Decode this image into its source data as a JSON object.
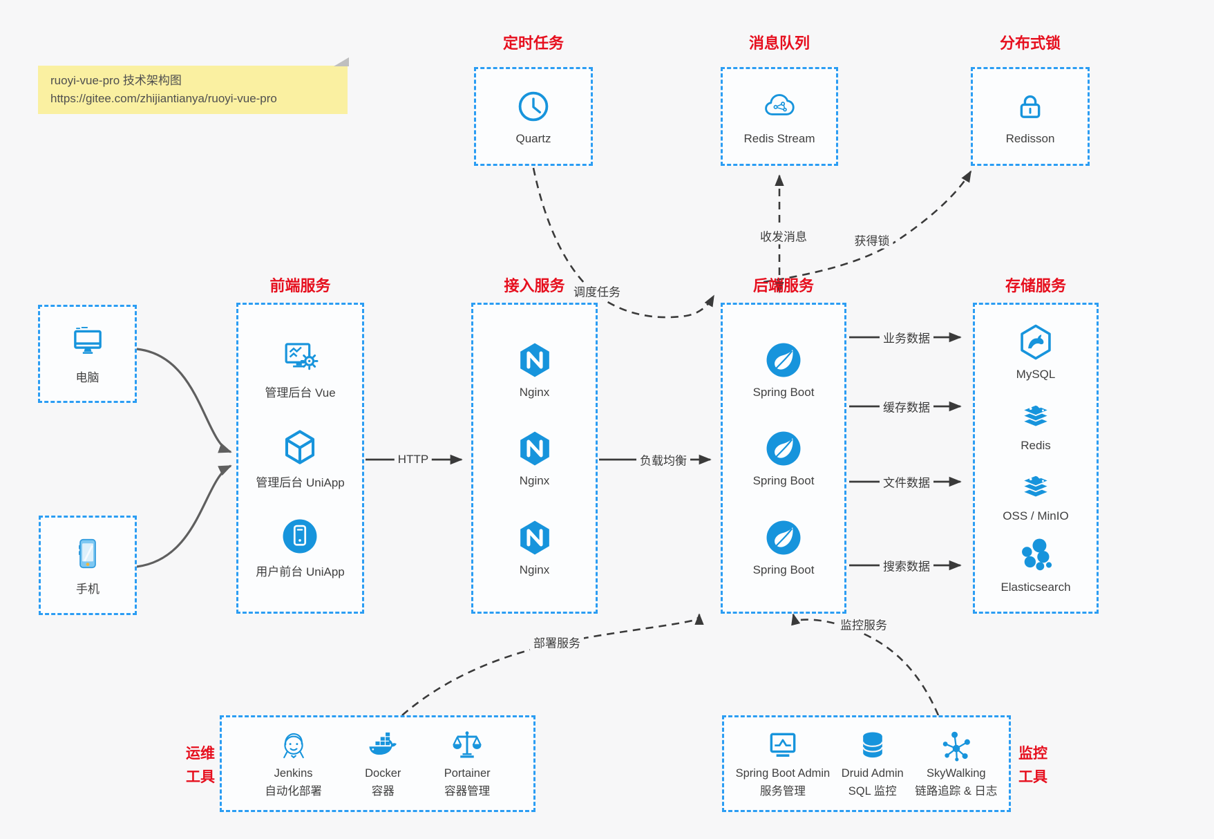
{
  "colors": {
    "accent_blue": "#1794dc",
    "border_blue": "#2b9df3",
    "title_red": "#e60f1e",
    "note_bg": "#faf0a1",
    "canvas_bg": "#f7f7f8"
  },
  "note": {
    "line1": "ruoyi-vue-pro 技术架构图",
    "line2": "https://gitee.com/zhijiantianya/ruoyi-vue-pro"
  },
  "top_groups": [
    {
      "title": "定时任务",
      "node": {
        "icon": "clock-icon",
        "label": "Quartz"
      }
    },
    {
      "title": "消息队列",
      "node": {
        "icon": "cloud-network-icon",
        "label": "Redis Stream"
      }
    },
    {
      "title": "分布式锁",
      "node": {
        "icon": "lock-icon",
        "label": "Redisson"
      }
    }
  ],
  "clients": [
    {
      "icon": "desktop-icon",
      "label": "电脑"
    },
    {
      "icon": "smartphone-icon",
      "label": "手机"
    }
  ],
  "columns": [
    {
      "title": "前端服务",
      "items": [
        {
          "icon": "admin-vue-icon",
          "label": "管理后台 Vue"
        },
        {
          "icon": "cube-icon",
          "label": "管理后台 UniApp"
        },
        {
          "icon": "mobile-app-icon",
          "label": "用户前台 UniApp"
        }
      ]
    },
    {
      "title": "接入服务",
      "items": [
        {
          "icon": "nginx-icon",
          "label": "Nginx"
        },
        {
          "icon": "nginx-icon",
          "label": "Nginx"
        },
        {
          "icon": "nginx-icon",
          "label": "Nginx"
        }
      ]
    },
    {
      "title": "后端服务",
      "items": [
        {
          "icon": "spring-boot-icon",
          "label": "Spring Boot"
        },
        {
          "icon": "spring-boot-icon",
          "label": "Spring Boot"
        },
        {
          "icon": "spring-boot-icon",
          "label": "Spring Boot"
        }
      ]
    },
    {
      "title": "存储服务",
      "items": [
        {
          "icon": "mysql-icon",
          "label": "MySQL"
        },
        {
          "icon": "redis-icon",
          "label": "Redis"
        },
        {
          "icon": "oss-minio-icon",
          "label": "OSS / MinIO"
        },
        {
          "icon": "elasticsearch-icon",
          "label": "Elasticsearch"
        }
      ]
    }
  ],
  "bottom_groups": [
    {
      "title_line1": "运维",
      "title_line2": "工具",
      "items": [
        {
          "icon": "jenkins-icon",
          "label": "Jenkins",
          "sublabel": "自动化部署"
        },
        {
          "icon": "docker-icon",
          "label": "Docker",
          "sublabel": "容器"
        },
        {
          "icon": "portainer-icon",
          "label": "Portainer",
          "sublabel": "容器管理"
        }
      ]
    },
    {
      "title_line1": "监控",
      "title_line2": "工具",
      "items": [
        {
          "icon": "spring-boot-admin-icon",
          "label": "Spring Boot Admin",
          "sublabel": "服务管理"
        },
        {
          "icon": "druid-icon",
          "label": "Druid Admin",
          "sublabel": "SQL 监控"
        },
        {
          "icon": "skywalking-icon",
          "label": "SkyWalking",
          "sublabel": "链路追踪 & 日志"
        }
      ]
    }
  ],
  "edges": {
    "http": {
      "label": "HTTP"
    },
    "load_balance": {
      "label": "负载均衡"
    },
    "business_data": {
      "label": "业务数据"
    },
    "cache_data": {
      "label": "缓存数据"
    },
    "file_data": {
      "label": "文件数据"
    },
    "search_data": {
      "label": "搜索数据"
    },
    "schedule": {
      "label": "调度任务"
    },
    "message": {
      "label": "收发消息"
    },
    "lock": {
      "label": "获得锁"
    },
    "deploy": {
      "label": "部署服务"
    },
    "monitor": {
      "label": "监控服务"
    }
  }
}
